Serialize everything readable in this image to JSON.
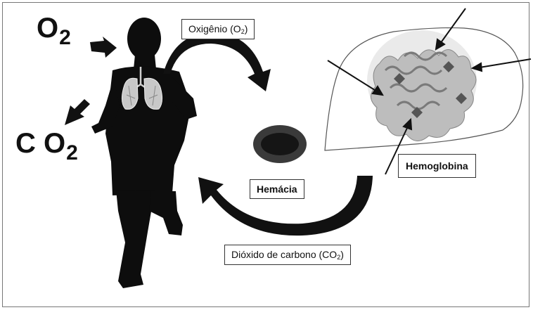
{
  "labels": {
    "o2_main": "O",
    "o2_main_sub": "2",
    "co2_main": "C O",
    "co2_main_sub": "2",
    "oxygen_box": "Oxigênio (O",
    "oxygen_box_sub": "2",
    "oxygen_box_close": ")",
    "co2_box": "Dióxido de carbono (CO",
    "co2_box_sub": "2",
    "co2_box_close": ")",
    "hemacia": "Hemácia",
    "hemoglobina": "Hemoglobina"
  },
  "colors": {
    "silhouette": "#0d0d0d",
    "lungs": "#c8c8c8",
    "rbc_outer": "#3a3a3a",
    "rbc_inner": "#151515",
    "protein": "#a9a9a9"
  },
  "icons": [
    "runner-silhouette",
    "lungs-icon",
    "red-blood-cell-icon",
    "hemoglobin-protein-icon"
  ]
}
